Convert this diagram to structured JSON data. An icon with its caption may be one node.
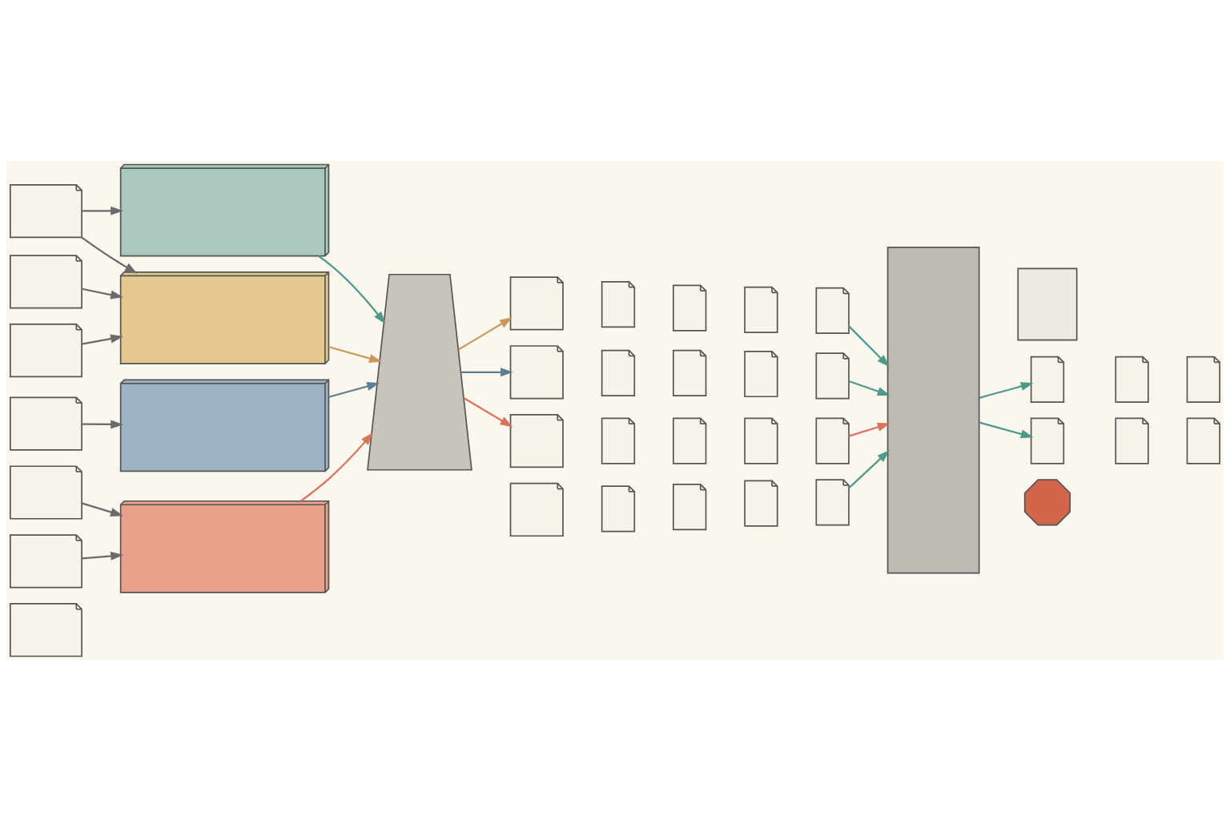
{
  "diagram": {
    "nodes": [
      {
        "text": [],
        "shape": "picture"
      },
      {
        "text": [],
        "shape": "picture"
      },
      {
        "text": [],
        "shape": "picture"
      },
      {
        "text": [],
        "shape": "picture"
      },
      {
        "text": [],
        "shape": "picture"
      },
      {
        "text": [],
        "shape": "picture"
      },
      {
        "text": [],
        "shape": "picture"
      },
      {
        "text": [],
        "shape": "picture"
      },
      {
        "text": [],
        "shape": "picture"
      },
      {
        "text": [],
        "shape": "picture"
      },
      {
        "text": [],
        "shape": "picture"
      },
      {
        "text": [],
        "shape": "picture"
      },
      {
        "text": [],
        "shape": "picture"
      },
      {
        "text": [],
        "shape": "picture"
      },
      {
        "text": [],
        "shape": "picture"
      },
      {
        "text": [],
        "shape": "picture"
      },
      {
        "text": [],
        "shape": "picture"
      },
      {
        "text": [],
        "shape": "picture"
      },
      {
        "text": [],
        "shape": "picture"
      },
      {
        "text": [],
        "shape": "picture"
      },
      {
        "text": [],
        "shape": "picture"
      },
      {
        "text": [],
        "shape": "picture"
      },
      {
        "text": [],
        "shape": "picture"
      },
      {
        "text": [],
        "shape": "picture"
      },
      {
        "text": [],
        "shape": "picture"
      },
      {
        "text": [],
        "shape": "picture"
      },
      {
        "text": [],
        "shape": "picture"
      },
      {
        "text": [],
        "shape": "picture"
      },
      {
        "text": [],
        "shape": "picture"
      },
      {
        "text": [],
        "shape": "picture"
      },
      {
        "text": [],
        "shape": "picture"
      },
      {
        "text": [],
        "shape": "picture"
      },
      {
        "text": [],
        "shape": "box"
      },
      {
        "text": [],
        "shape": "box"
      },
      {
        "text": [],
        "shape": "picture"
      },
      {
        "text": [],
        "shape": "picture"
      },
      {
        "text": [],
        "shape": "picture"
      },
      {
        "text": [],
        "shape": "picture"
      },
      {
        "text": [],
        "shape": "picture"
      },
      {
        "text": [],
        "shape": "picture"
      },
      {
        "text": [],
        "shape": "octagon"
      }
    ],
    "edges": [
      {
        "from": 0,
        "to": 7,
        "arrow": "to"
      },
      {
        "from": 0,
        "to": 8,
        "arrow": "to"
      },
      {
        "from": 1,
        "to": 8,
        "arrow": "to"
      },
      {
        "from": 2,
        "to": 8,
        "arrow": "to"
      },
      {
        "from": 3,
        "to": 9,
        "arrow": "to"
      },
      {
        "from": 4,
        "to": 10,
        "arrow": "to"
      },
      {
        "from": 5,
        "to": 10,
        "arrow": "to"
      },
      {
        "from": 7,
        "to": 11,
        "arrow": "to",
        "color": "#4e9a8a"
      },
      {
        "from": 8,
        "to": 11,
        "arrow": "to",
        "color": "#c99a5a"
      },
      {
        "from": 9,
        "to": 11,
        "arrow": "to",
        "color": "#5a7f95"
      },
      {
        "from": 10,
        "to": 11,
        "arrow": "to",
        "color": "#d9735a"
      },
      {
        "from": 11,
        "to": 17,
        "arrow": "to",
        "color": "#c99a5a"
      },
      {
        "from": 11,
        "to": 22,
        "arrow": "to",
        "color": "#5a7f95"
      },
      {
        "from": 11,
        "to": 27,
        "arrow": "to",
        "color": "#d9735a"
      },
      {
        "from": 16,
        "to": 32,
        "arrow": "to",
        "color": "#4e9a8a"
      },
      {
        "from": 21,
        "to": 32,
        "arrow": "to",
        "color": "#4e9a8a"
      },
      {
        "from": 26,
        "to": 32,
        "arrow": "to",
        "color": "#4e9a8a"
      },
      {
        "from": 31,
        "to": 32,
        "arrow": "to",
        "color": "#d9735a"
      },
      {
        "from": 32,
        "to": 34,
        "arrow": "to",
        "color": "#4e9a8a"
      },
      {
        "from": 32,
        "to": 37,
        "arrow": "to",
        "color": "#4e9a8a"
      }
    ]
  }
}
